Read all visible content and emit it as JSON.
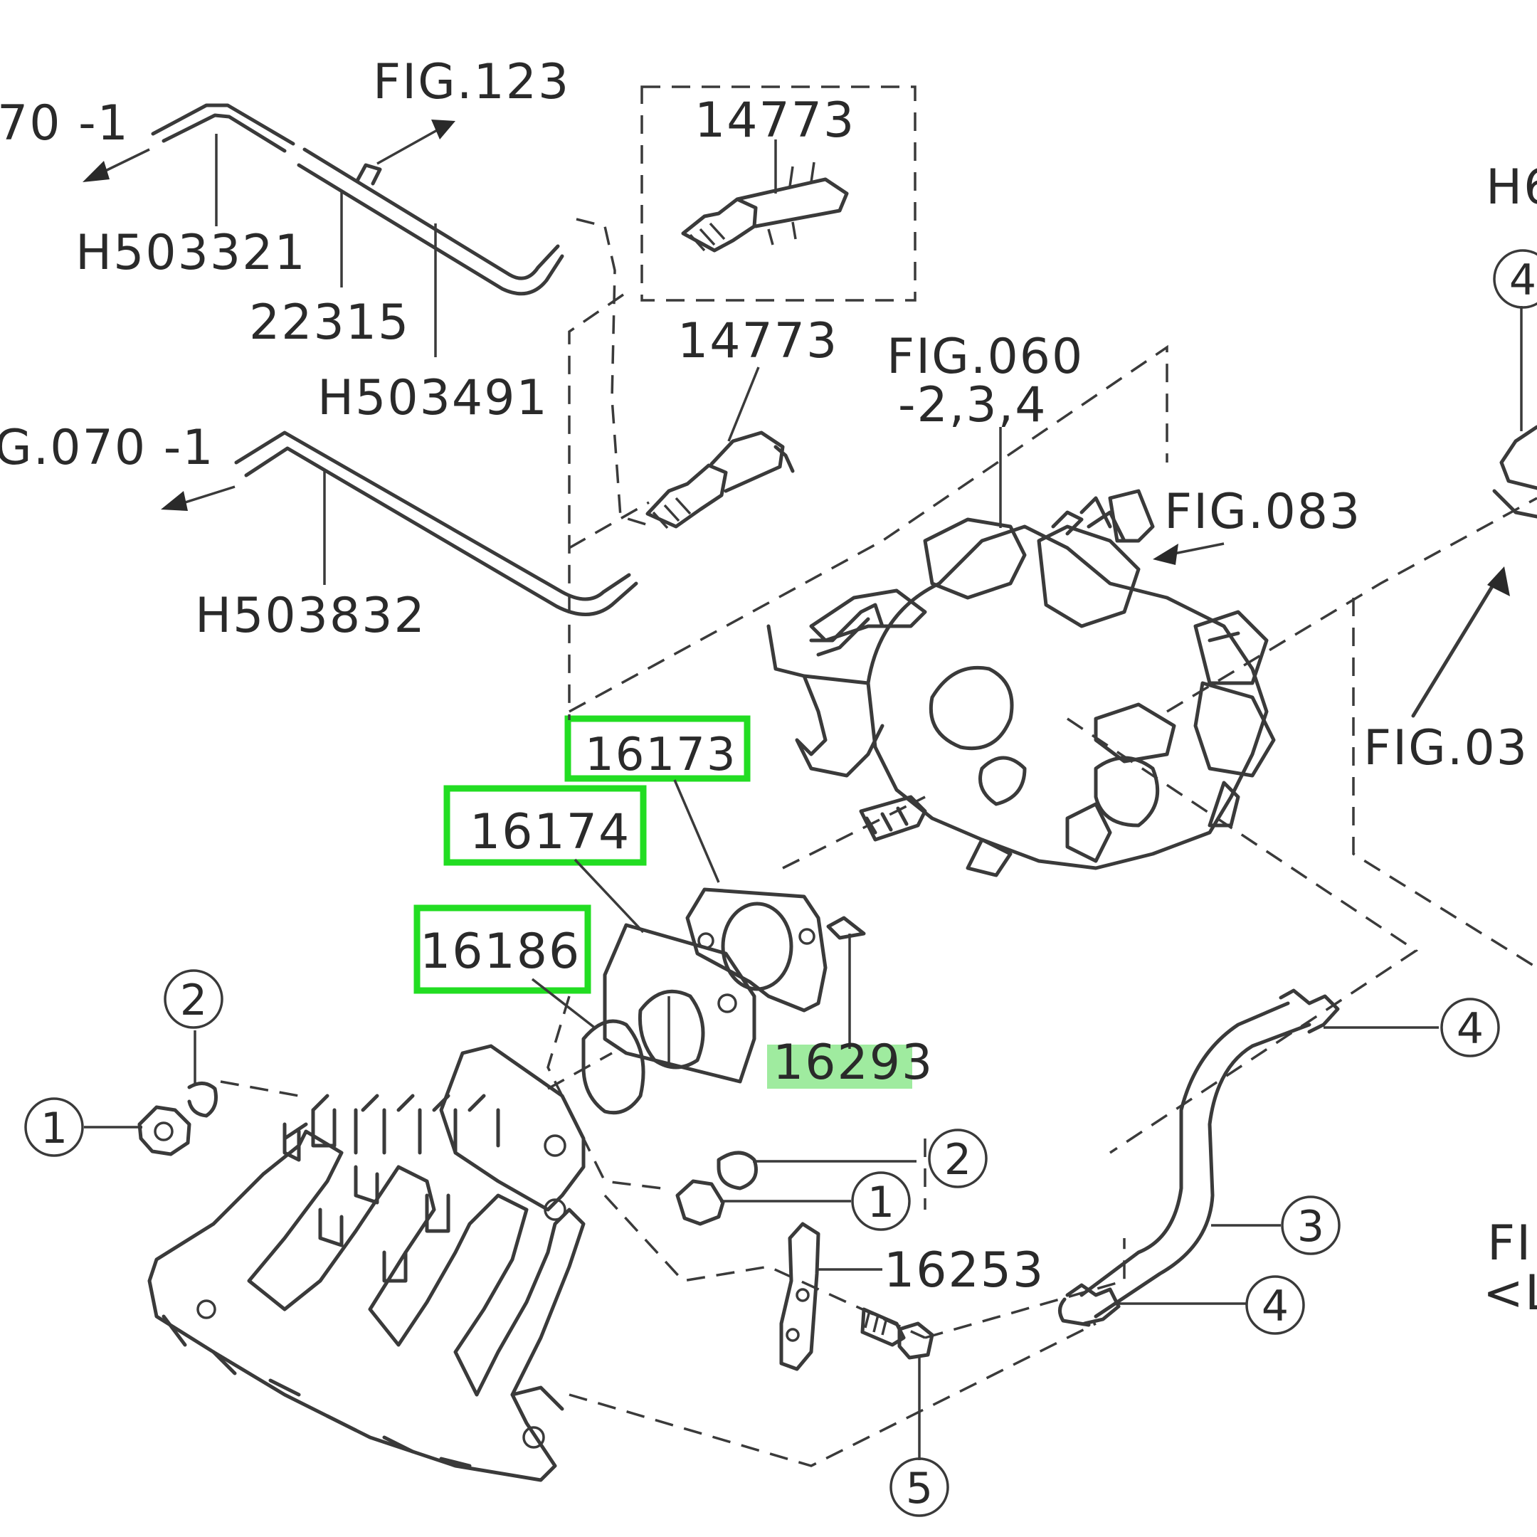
{
  "highlight_color": "#22dd22",
  "marker_color": "#8ee88e",
  "labels": {
    "fig_070_top": "70 -1",
    "fig_123": "FIG.123",
    "p_14773_box": "14773",
    "p_h6": "H6",
    "p_h503321": "H503321",
    "p_22315": "22315",
    "p_14773": "14773",
    "fig_060": "FIG.060",
    "fig_060_sub": "-2,3,4",
    "p_h503491": "H503491",
    "fig_070_mid": "G.070 -1",
    "fig_083": "FIG.083",
    "p_h503832": "H503832",
    "p_16173": "16173",
    "fig_03": "FIG.03",
    "p_16174": "16174",
    "p_16186": "16186",
    "p_16293": "16293",
    "p_16253": "16253",
    "fig_right": "FI",
    "fig_right_sub": "<L"
  },
  "callouts": {
    "c1_left": "1",
    "c2_left": "2",
    "c2_mid": "2",
    "c1_mid": "1",
    "c3": "3",
    "c4_top": "4",
    "c4_bottom": "4",
    "c4_right_edge": "4",
    "c5": "5"
  }
}
